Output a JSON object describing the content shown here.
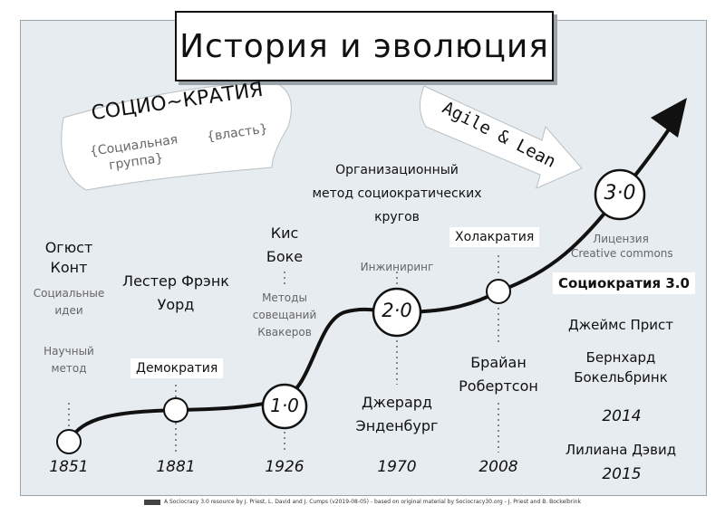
{
  "title": "История и эволюция",
  "sociocracy_banner": {
    "main": "СОЦИО~КРАТИЯ",
    "left": "{Социальная",
    "left2": "группа}",
    "right": "{власть}"
  },
  "agile_banner": "Agile & Lean",
  "milestones": [
    {
      "year": "1851",
      "name_line1": "Огюст",
      "name_line2": "Конт",
      "note1": "Социальные",
      "note2": "идеи",
      "note3": "Научный",
      "note4": "метод"
    },
    {
      "year": "1881",
      "name_line1": "Лестер Фрэнк",
      "name_line2": "Уорд",
      "box": "Демократия"
    },
    {
      "year": "1926",
      "name_line1": "Кис",
      "name_line2": "Боке",
      "note1": "Методы",
      "note2": "совещаний",
      "note3": "Квакеров",
      "node": "1·0"
    },
    {
      "year": "1970",
      "top_line1": "Организационный",
      "top_line2": "метод социократических",
      "top_line3": "кругов",
      "note1": "Инжиниринг",
      "name_line1": "Джерард",
      "name_line2": "Энденбург",
      "node": "2·0"
    },
    {
      "year": "2008",
      "box": "Холакратия",
      "name_line1": "Брайан",
      "name_line2": "Робертсон"
    },
    {
      "node": "3·0",
      "note1": "Лицензия",
      "note2": "Creative commons",
      "box": "Социократия 3.0",
      "person1": "Джеймс Прист",
      "person2_line1": "Бернхард",
      "person2_line2": "Бокельбринк",
      "year_a": "2014",
      "person3": "Лилиана Дэвид",
      "year_b": "2015"
    }
  ],
  "footer": "A Sociocracy 3.0 resource by J. Priest, L. David and J. Cumps (v2019-08-05) - based on original material by Sociocracy30.org - J. Priest and B. Bockelbrink",
  "colors": {
    "panel": "#e6ecef",
    "line": "#111111",
    "note": "#666666"
  }
}
